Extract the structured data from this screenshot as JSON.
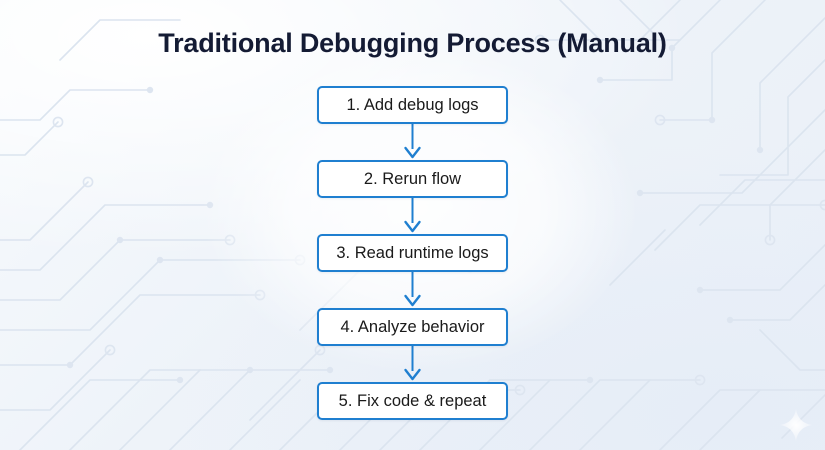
{
  "slide": {
    "title": "Traditional Debugging Process (Manual)",
    "background_color": "#eef3f9",
    "accent_color": "#1f7fd0",
    "title_color": "#141b34",
    "node_text_color": "#1a1a1a",
    "node_fill_color": "#ffffff"
  },
  "flowchart": {
    "orientation": "vertical",
    "connector_icon": "down-arrow-icon",
    "nodes": [
      {
        "label": "1. Add debug logs"
      },
      {
        "label": "2. Rerun flow"
      },
      {
        "label": "3. Read runtime logs"
      },
      {
        "label": "4. Analyze behavior"
      },
      {
        "label": "5. Fix code & repeat"
      }
    ]
  },
  "decoration": {
    "circuit_pattern": "circuit-board-trace-pattern",
    "sparkle": "sparkle-icon"
  }
}
